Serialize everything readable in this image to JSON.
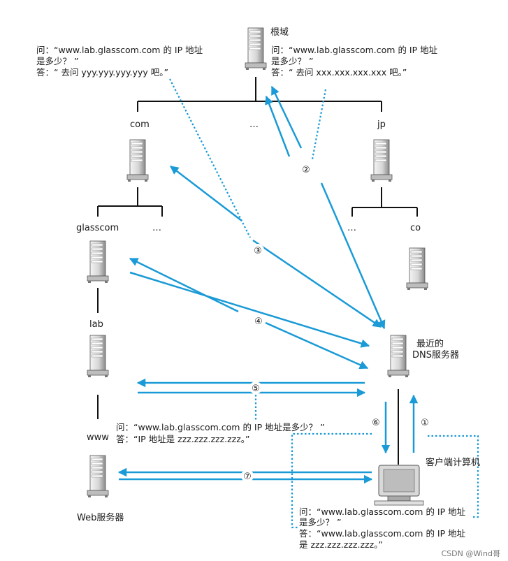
{
  "colors": {
    "arrow": "#1a9ad6",
    "line": "#111111",
    "text": "#1a1a1a",
    "server_light": "#dcdcdc",
    "server_dark": "#6e6e6e"
  },
  "nodes": {
    "root": "根域",
    "com": "com",
    "dots_top": "…",
    "jp": "jp",
    "glasscom": "glasscom",
    "dots_com": "…",
    "dots_jp": "…",
    "co": "co",
    "lab": "lab",
    "www": "www",
    "web_server": "Web服务器",
    "dns_line1": "最近的",
    "dns_line2": "DNS服务器",
    "client": "客户端计算机"
  },
  "steps": [
    "①",
    "②",
    "③",
    "④",
    "⑤",
    "⑥",
    "⑦"
  ],
  "qa_root_left": {
    "q1": "问：“www.lab.glasscom.com 的 IP 地址",
    "q2": "是多少？ ”",
    "a1": "答：“ 去问 yyy.yyy.yyy.yyy 吧。”"
  },
  "qa_root_right": {
    "q1": "问：“www.lab.glasscom.com 的 IP 地址",
    "q2": "是多少？ ”",
    "a1": "答：“ 去问 xxx.xxx.xxx.xxx 吧。”"
  },
  "qa_lab": {
    "q1": "问：“www.lab.glasscom.com 的 IP 地址是多少？ ”",
    "a1": "答：“IP 地址是 zzz.zzz.zzz.zzz。”"
  },
  "qa_client": {
    "q1": "问：“www.lab.glasscom.com 的 IP 地址",
    "q2": "是多少？ ”",
    "a1": "答：“www.lab.glasscom.com 的 IP 地址",
    "a2": "是 zzz.zzz.zzz.zzz。”"
  },
  "watermark": "CSDN @Wind哥"
}
